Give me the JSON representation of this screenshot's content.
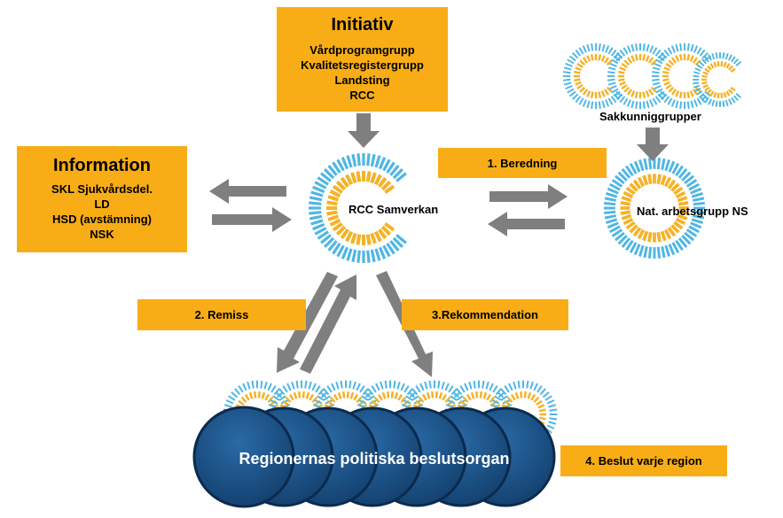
{
  "initiativ": {
    "title": "Initiativ",
    "lines": [
      "Vårdprogramgrupp",
      "Kvalitetsregistergrupp",
      "Landsting",
      "RCC"
    ]
  },
  "information": {
    "title": "Information",
    "lines": [
      "SKL Sjukvårdsdel.",
      "LD",
      "HSD (avstämning)",
      "NSK"
    ]
  },
  "center_label": "RCC Samverkan",
  "sakkunniga_label": "Sakkunniggrupper",
  "nat_label": "Nat. arbetsgrupp NS",
  "steps": {
    "beredning": "1. Beredning",
    "remiss": "2. Remiss",
    "rekommendation": "3.Rekommendation",
    "beslut": "4. Beslut varje region"
  },
  "regions_label": "Regionernas politiska beslutsorgan",
  "colors": {
    "box_orange": "#f8ad16",
    "ring_blue": "#4fb6e3",
    "ring_orange": "#f5b227",
    "arrow_gray": "#7f7f7f",
    "region_blue": "#1c5288",
    "region_outline": "#0b2a4d"
  }
}
